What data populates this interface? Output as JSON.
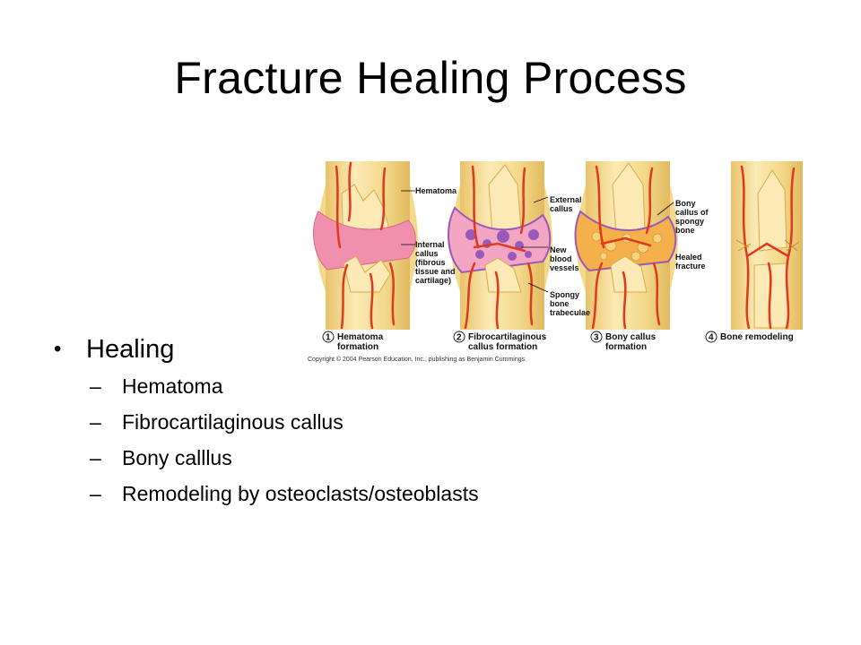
{
  "slide": {
    "title": "Fracture Healing Process"
  },
  "figure": {
    "labels": {
      "hematoma": "Hematoma",
      "internal_callus": [
        "Internal",
        "callus",
        "(fibrous",
        "tissue and",
        "cartilage)"
      ],
      "external_callus": [
        "External",
        "callus"
      ],
      "new_blood_vessels": [
        "New",
        "blood",
        "vessels"
      ],
      "spongy_bone_trabeculae": [
        "Spongy",
        "bone",
        "trabeculae"
      ],
      "bony_callus": [
        "Bony",
        "callus of",
        "spongy",
        "bone"
      ],
      "healed_fracture": [
        "Healed",
        "fracture"
      ]
    },
    "stages": [
      {
        "num": "1",
        "line1": "Hematoma",
        "line2": "formation"
      },
      {
        "num": "2",
        "line1": "Fibrocartilaginous",
        "line2": "callus formation"
      },
      {
        "num": "3",
        "line1": "Bony callus",
        "line2": "formation"
      },
      {
        "num": "4",
        "line1": "Bone remodeling",
        "line2": ""
      }
    ],
    "copyright": "Copyright © 2004 Pearson Education, Inc., publishing as Benjamin Cummings."
  },
  "bullets": {
    "main": "Healing",
    "sub": [
      "Hematoma",
      "Fibrocartilaginous callus",
      "Bony calllus",
      "Remodeling by osteoclasts/osteoblasts"
    ]
  },
  "colors": {
    "bone": "#f3d98c",
    "bone_light": "#fbeab5",
    "hematoma": "#f08fae",
    "vessel": "#e0391c",
    "callus_purple": "#9a59b8",
    "bony_callus": "#f4b04a"
  }
}
